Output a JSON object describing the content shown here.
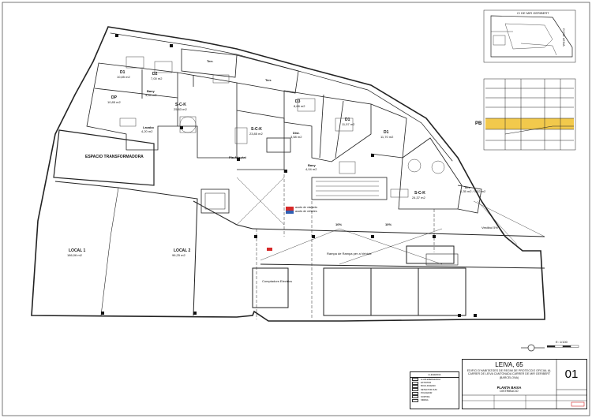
{
  "title_block": {
    "project": "LEIVA, 65",
    "description": "EDIFICI D'HABITATGES DE REGIM DE PROTECCIO OFICIAL AL CARRER DE LEIVA CANTONADA CARRER DE MIR GERIBERT (BARCELONA)",
    "floor": "PLANTA BAIXA",
    "scale_text": "DISTRIBUCIO",
    "sheet_number": "01",
    "scale_bar": "E: 1/100"
  },
  "key_plan": {
    "street_top": "C/ DE MIR GERIBERT",
    "street_side": "C/ DE LEIVA",
    "floor_tag": "PB"
  },
  "rooms": [
    {
      "id": "d1",
      "label": "D1",
      "area": "10,85 m2"
    },
    {
      "id": "d2",
      "label": "D2",
      "area": "7,00 m2"
    },
    {
      "id": "dp",
      "label": "DP",
      "area": "10,85 m2"
    },
    {
      "id": "bany1",
      "label": "Bany",
      "area": "3,64 m2"
    },
    {
      "id": "sc1",
      "label": "S-C-K",
      "area": "25,83 m2"
    },
    {
      "id": "terr1",
      "label": "Terr.",
      "area": ""
    },
    {
      "id": "terr2",
      "label": "Terr.",
      "area": ""
    },
    {
      "id": "d3",
      "label": "D3",
      "area": "8,68 m2"
    },
    {
      "id": "d4",
      "label": "D1",
      "area": "11,57 m2"
    },
    {
      "id": "d5",
      "label": "D1",
      "area": "11,70 m2"
    },
    {
      "id": "sc2",
      "label": "S-C-K",
      "area": "23,85 m2"
    },
    {
      "id": "dist",
      "label": "Dist.",
      "area": "3,58 m2"
    },
    {
      "id": "sc3",
      "label": "S-C-K",
      "area": "24,37 m2"
    },
    {
      "id": "terr3",
      "label": "Terr.",
      "area": "4,35 m2 / 1,32 m2"
    },
    {
      "id": "espai",
      "label": "ESPACIO TRANSFORMADORA",
      "area": ""
    },
    {
      "id": "local1",
      "label": "LOCAL 1",
      "area": "186,06 m2"
    },
    {
      "id": "local2",
      "label": "LOCAL 2",
      "area": "96,25 m2"
    },
    {
      "id": "rampa",
      "label": "Rampa de Rampa per a Vehicle",
      "area": ""
    },
    {
      "id": "comptadors",
      "label": "Comptadors Electrics",
      "area": ""
    },
    {
      "id": "vestibul",
      "label": "Vestibul 5%",
      "area": ""
    },
    {
      "id": "pendent1",
      "label": "10%",
      "area": ""
    },
    {
      "id": "pendent2",
      "label": "10%",
      "area": ""
    },
    {
      "id": "acces",
      "label": "Pla Adaptat",
      "area": ""
    },
    {
      "id": "lav1",
      "label": "Lavabo",
      "area": "4,20 m2"
    },
    {
      "id": "lav2",
      "label": "Bany",
      "area": "4,04 m2"
    }
  ],
  "sign_notes": {
    "sign1": "accés de vianants",
    "sign2": "accés de vehicles"
  },
  "legend": {
    "title": "LLEGENDA",
    "items": [
      "LLUM EMERGENCIA",
      "EXTINTOR",
      "BOCA INCENDI",
      "DETECTOR FUM",
      "POLSADOR",
      "SORTIDA",
      "SIRENA"
    ]
  },
  "colors": {
    "line": "#222222",
    "highlight": "#f2c94c",
    "sign_red": "#d62828",
    "sign_blue": "#2f5fb3"
  }
}
